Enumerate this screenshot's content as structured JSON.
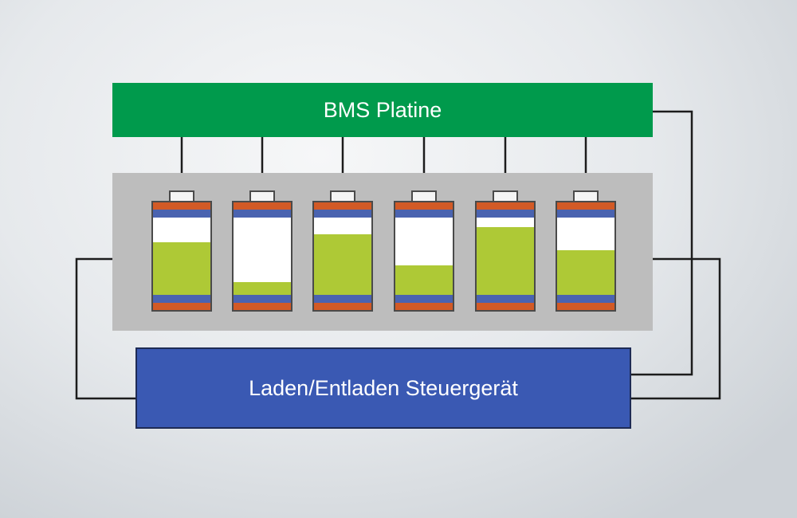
{
  "colors": {
    "bms_green": "#009a4c",
    "controller_blue": "#3a59b3",
    "pack_gray": "#bdbdbd",
    "cell_orange": "#d25a26",
    "cell_blue": "#4a63b0",
    "charge_green": "#aec936",
    "wire": "#1c1c1c"
  },
  "bms_board": {
    "label": "BMS Platine"
  },
  "controller": {
    "label": "Laden/Entladen Steuergerät"
  },
  "cells": [
    {
      "charge": 0.68
    },
    {
      "charge": 0.17
    },
    {
      "charge": 0.78
    },
    {
      "charge": 0.38
    },
    {
      "charge": 0.88
    },
    {
      "charge": 0.58
    }
  ]
}
